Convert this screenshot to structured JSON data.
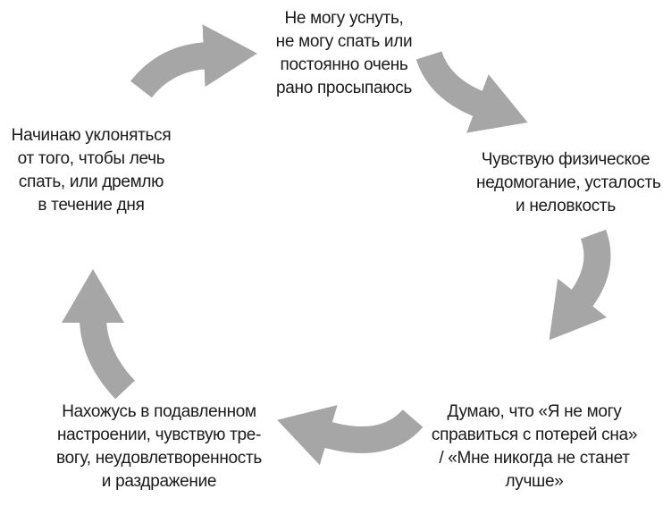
{
  "diagram": {
    "nodes": [
      {
        "id": "top",
        "lines": [
          "Не могу уснуть,",
          "не могу спать или",
          "постоянно очень",
          "рано просыпаюсь"
        ]
      },
      {
        "id": "right",
        "lines": [
          "Чувствую физическое",
          "недомогание, усталость",
          "и неловкость"
        ]
      },
      {
        "id": "bottom-right",
        "lines": [
          "Думаю, что «Я не могу",
          "справиться с потерей сна»",
          "/ «Мне никогда не станет",
          "лучше»"
        ]
      },
      {
        "id": "bottom-left",
        "lines": [
          "Нахожусь в подавленном",
          "настроении, чувствую тре-",
          "вогу, неудовлетворенность",
          "и раздражение"
        ]
      },
      {
        "id": "left",
        "lines": [
          "Начинаю уклоняться",
          "от того, чтобы лечь",
          "спать, или дремлю",
          "в течение дня"
        ]
      }
    ],
    "arrow_color": "#a6a6a6",
    "text_color": "#1a1a1a",
    "flow": "clockwise"
  }
}
